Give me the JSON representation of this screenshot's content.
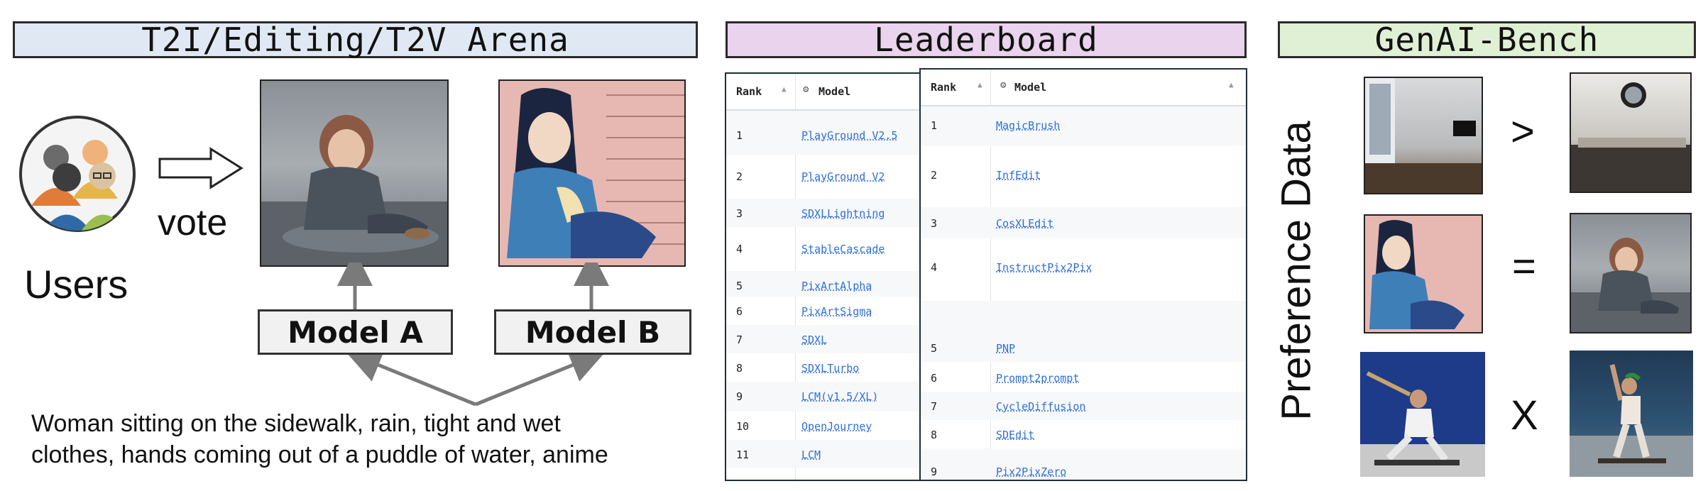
{
  "banners": {
    "arena": "T2I/Editing/T2V Arena",
    "leaderboard": "Leaderboard",
    "bench": "GenAI-Bench"
  },
  "colors": {
    "arena_banner": "#dfe8f3",
    "leaderboard_banner": "#ead3ec",
    "bench_banner": "#dff0d4",
    "link_blue": "#2f6fd6"
  },
  "arena": {
    "users_label": "Users",
    "vote_label": "vote",
    "model_a": "Model A",
    "model_b": "Model B",
    "prompt_line1": "Woman sitting on the sidewalk, rain, tight and wet",
    "prompt_line2": "clothes, hands coming out of a puddle of water, anime"
  },
  "leaderboard": {
    "t2i": {
      "header_rank": "Rank",
      "header_model": "Model",
      "rows": [
        {
          "rank": "1",
          "model": "PlayGround V2.5"
        },
        {
          "rank": "2",
          "model": "PlayGround V2"
        },
        {
          "rank": "3",
          "model": "SDXLLightning"
        },
        {
          "rank": "4",
          "model": "StableCascade"
        },
        {
          "rank": "5",
          "model": "PixArtAlpha"
        },
        {
          "rank": "6",
          "model": "PixArtSigma"
        },
        {
          "rank": "7",
          "model": "SDXL"
        },
        {
          "rank": "8",
          "model": "SDXLTurbo"
        },
        {
          "rank": "9",
          "model": "LCM(v1.5/XL)"
        },
        {
          "rank": "10",
          "model": "OpenJourney"
        },
        {
          "rank": "11",
          "model": "LCM"
        }
      ]
    },
    "editing": {
      "header_rank": "Rank",
      "header_model": "Model",
      "rows": [
        {
          "rank": "1",
          "model": "MagicBrush"
        },
        {
          "rank": "2",
          "model": "InfEdit"
        },
        {
          "rank": "3",
          "model": "CosXLEdit"
        },
        {
          "rank": "4",
          "model": "InstructPix2Pix"
        },
        {
          "rank": "5",
          "model": "PNP"
        },
        {
          "rank": "6",
          "model": "Prompt2prompt"
        },
        {
          "rank": "7",
          "model": "CycleDiffusion"
        },
        {
          "rank": "8",
          "model": "SDEdit"
        },
        {
          "rank": "9",
          "model": "Pix2PixZero"
        }
      ]
    }
  },
  "bench": {
    "axis_label": "Preference Data",
    "relations": [
      ">",
      "=",
      "X"
    ]
  },
  "icons": {
    "users": "users-group-icon",
    "arrow": "hollow-right-arrow-icon",
    "sort": "sort-triangle-icon",
    "model": "robot-model-icon"
  }
}
